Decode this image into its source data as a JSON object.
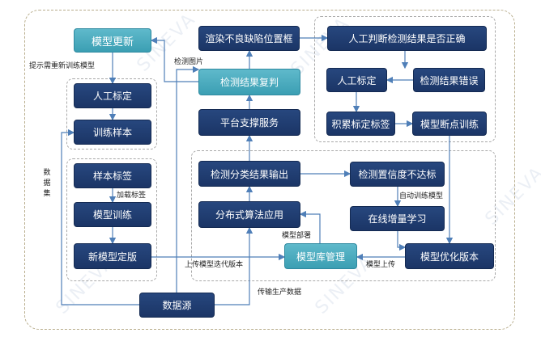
{
  "nodes": {
    "model_update": "模型更新",
    "manual_label_left": "人工标定",
    "training_sample": "训练样本",
    "sample_label": "样本标签",
    "model_training": "模型训练",
    "new_model_final": "新模型定版",
    "data_source": "数据源",
    "render_defect_box": "渲染不良缺陷位置框",
    "review_result": "检测结果复判",
    "platform_service": "平台支撑服务",
    "classify_output": "检测分类结果输出",
    "distributed_algo": "分布式算法应用",
    "model_repo": "模型库管理",
    "manual_judge": "人工判断检测结果是否正确",
    "manual_label_right": "人工标定",
    "result_error": "检测结果错误",
    "accumulate_label": "积累标定标签",
    "model_checkpoint": "模型断点训练",
    "low_confidence": "检测置信度不达标",
    "online_incremental": "在线增量学习",
    "model_optimize": "模型优化版本"
  },
  "labels": {
    "hint_retrain": "提示需重新训练模型",
    "detect_image": "检测图片",
    "dataset": "数据集",
    "load_label": "加载标签",
    "model_deploy": "模型部署",
    "upload_iteration": "上传模型迭代版本",
    "model_upload": "模型上传",
    "auto_train": "自动训练模型",
    "transfer_data": "传输生产数据"
  },
  "watermark": "SINEVA",
  "colors": {
    "node_dark": "#1f3b6e",
    "node_teal": "#4aa9bd",
    "arrow": "#4f7fb8",
    "outer_border": "#b8ad8c"
  }
}
